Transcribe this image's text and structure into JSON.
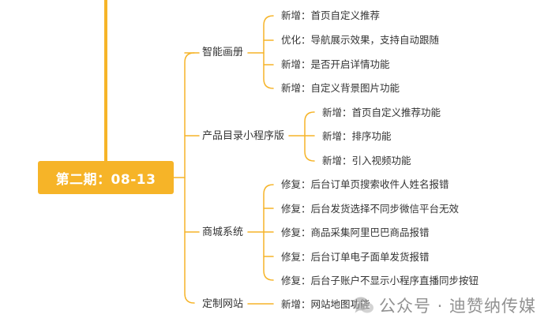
{
  "root": {
    "label": "第二期：08-13"
  },
  "colors": {
    "accent": "#f6b428",
    "line": "#f6b428",
    "text": "#333333"
  },
  "branches": [
    {
      "label": "智能画册",
      "leaves": [
        "新增：首页自定义推荐",
        "优化：导航展示效果，支持自动跟随",
        "新增：是否开启详情功能",
        "新增：自定义背景图片功能"
      ]
    },
    {
      "label": "产品目录小程序版",
      "leaves": [
        "新增：首页自定义推荐功能",
        "新增：排序功能",
        "新增：引入视频功能"
      ]
    },
    {
      "label": "商城系统",
      "leaves": [
        "修复：后台订单页搜索收件人姓名报错",
        "修复：后台发货选择不同步微信平台无效",
        "修复：商品采集阿里巴巴商品报错",
        "修复：后台订单电子面单发货报错",
        "修复：后台子账户不显示小程序直播同步按钮"
      ]
    },
    {
      "label": "定制网站",
      "leaves": [
        "新增：网站地图功能"
      ]
    }
  ],
  "watermark": {
    "text": "公众号 · 迪赞纳传媒",
    "icon": "wechat-icon"
  }
}
